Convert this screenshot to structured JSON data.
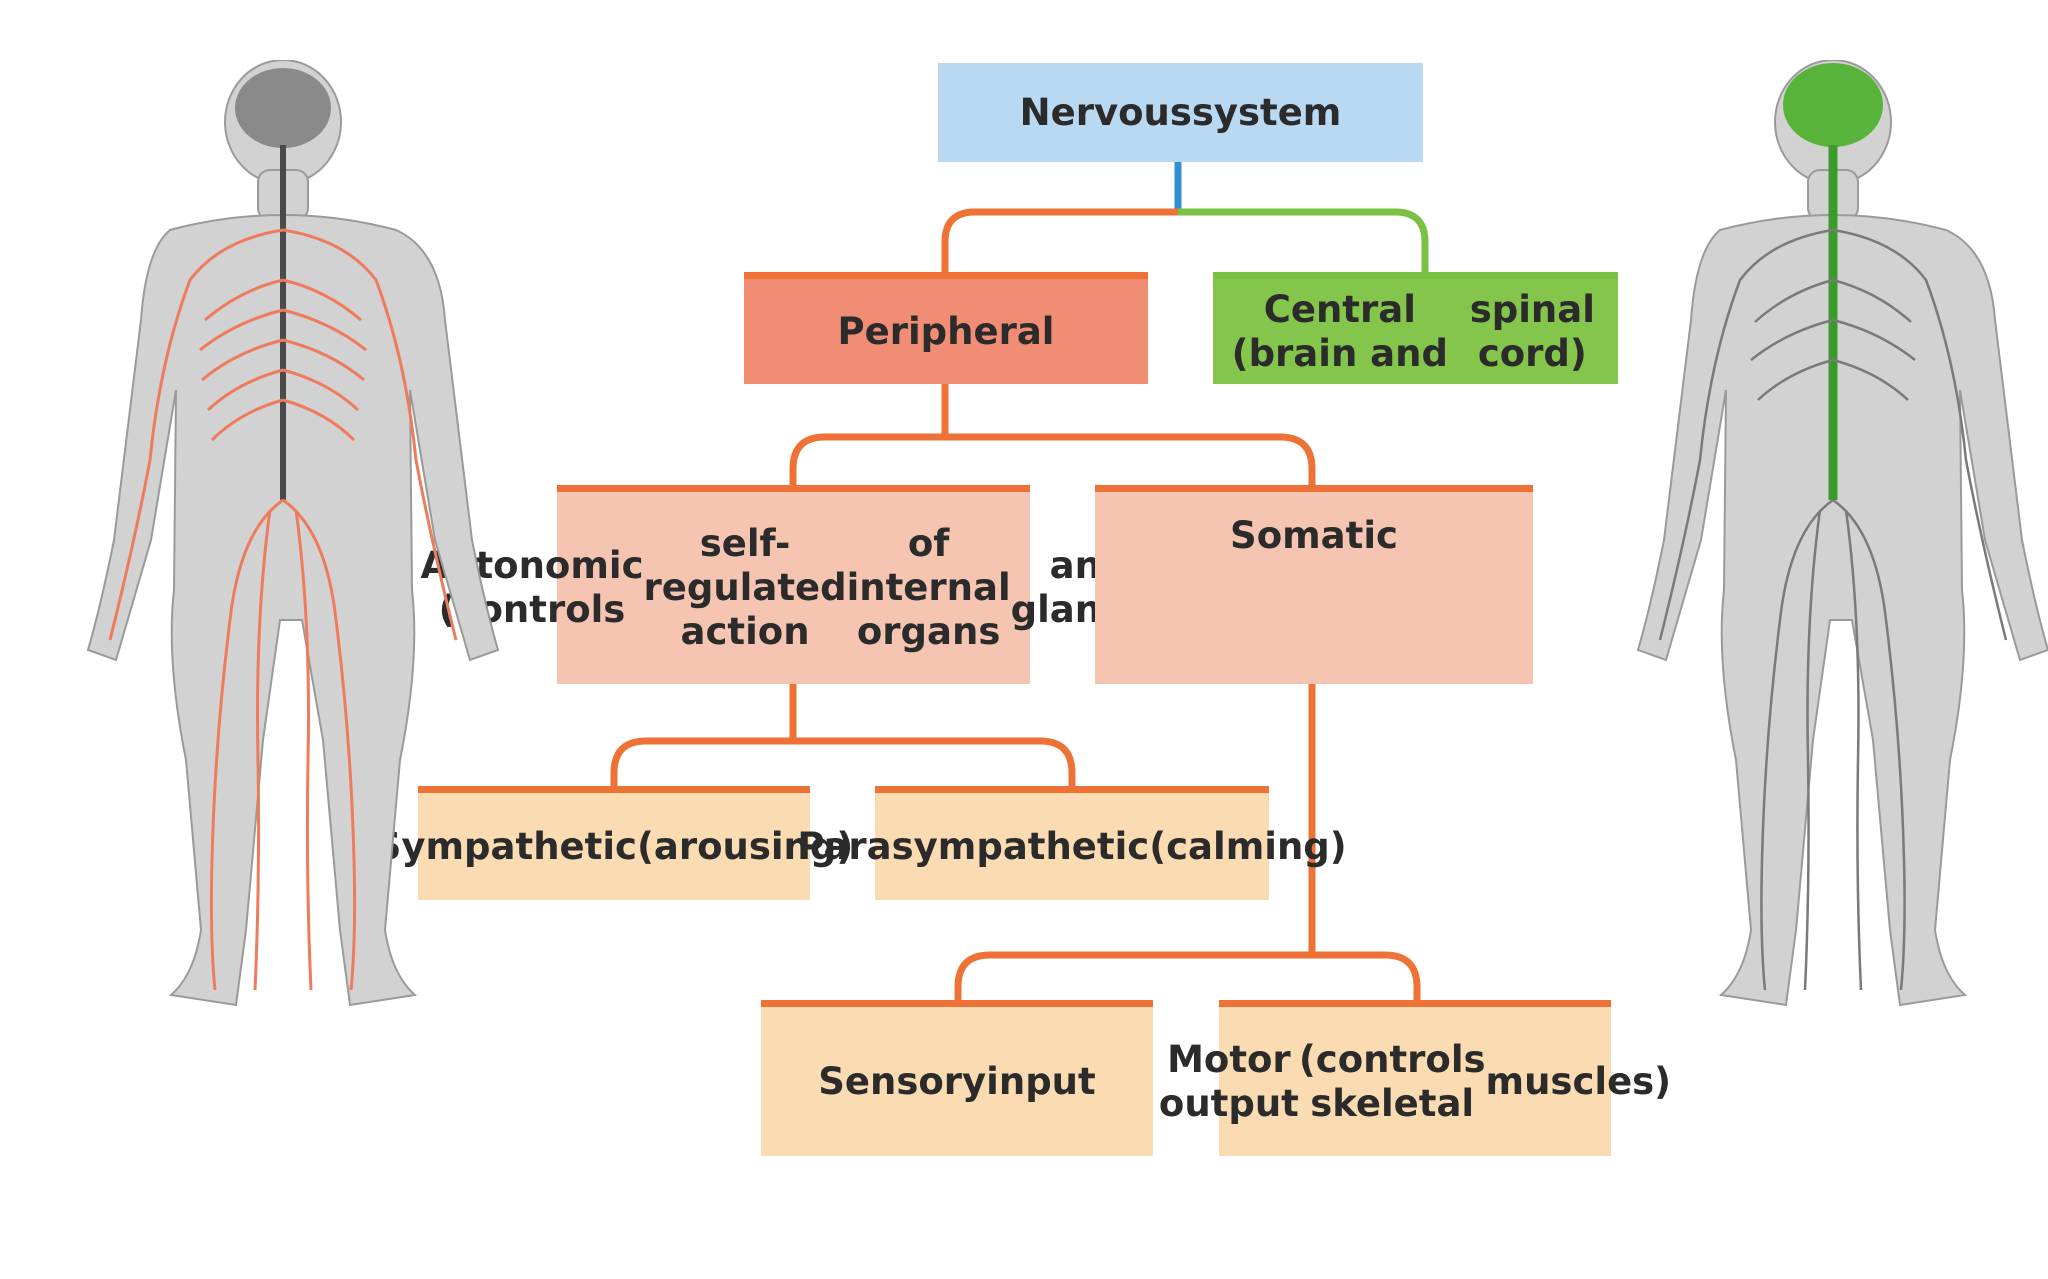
{
  "colors": {
    "connector_orange": "#ee7135",
    "connector_green": "#79c143",
    "connector_blue": "#2f8fcf",
    "nervous_fill": "#b9d9f3",
    "peripheral_fill": "#f18d74",
    "central_fill": "#84c54b",
    "autonomic_fill": "#f6c5b2",
    "somatic_fill": "#f6c5b2",
    "leaf_fill": "#fbdcb2",
    "body_fill": "#d2d2d2",
    "body_outline": "#9a9a9a",
    "peripheral_nerves": "#ef7b5e",
    "central_nerves": "#3d9a2c",
    "brain_gray": "#8a8a8a",
    "brain_green": "#58b33a"
  },
  "nodes": {
    "nervous": {
      "text": "Nervous\nsystem",
      "fill": "#b9d9f3"
    },
    "peripheral": {
      "text": "Peripheral",
      "fill": "#f18d74"
    },
    "central": {
      "text": "Central (brain and\nspinal cord)",
      "fill": "#84c54b"
    },
    "autonomic": {
      "text": "Autonomic (controls\nself-regulated action\nof internal organs\nand glands)",
      "fill": "#f6c5b2"
    },
    "somatic": {
      "text": "Somatic",
      "fill": "#f6c5b2"
    },
    "sympathetic": {
      "text": "Sympathetic\n(arousing)",
      "fill": "#fbdcb2"
    },
    "parasympathetic": {
      "text": "Parasympathetic\n(calming)",
      "fill": "#fbdcb2"
    },
    "sensory": {
      "text": "Sensory\ninput",
      "fill": "#fbdcb2"
    },
    "motor": {
      "text": "Motor output\n(controls skeletal\nmuscles)",
      "fill": "#fbdcb2"
    }
  },
  "edges": [
    {
      "from": "nervous",
      "to": "peripheral",
      "color": "#ee7135"
    },
    {
      "from": "nervous",
      "to": "central",
      "color": "#79c143"
    },
    {
      "from": "peripheral",
      "to": "autonomic",
      "color": "#ee7135"
    },
    {
      "from": "peripheral",
      "to": "somatic",
      "color": "#ee7135"
    },
    {
      "from": "autonomic",
      "to": "sympathetic",
      "color": "#ee7135"
    },
    {
      "from": "autonomic",
      "to": "parasympathetic",
      "color": "#ee7135"
    },
    {
      "from": "somatic",
      "to": "sensory",
      "color": "#ee7135"
    },
    {
      "from": "somatic",
      "to": "motor",
      "color": "#ee7135"
    }
  ],
  "figures": {
    "left": {
      "icon": "human-body-peripheral-nerves-icon",
      "nerve_color": "#ef7b5e",
      "brain_color": "#8a8a8a"
    },
    "right": {
      "icon": "human-body-central-nerves-icon",
      "nerve_color": "#3d9a2c",
      "brain_color": "#58b33a"
    }
  }
}
